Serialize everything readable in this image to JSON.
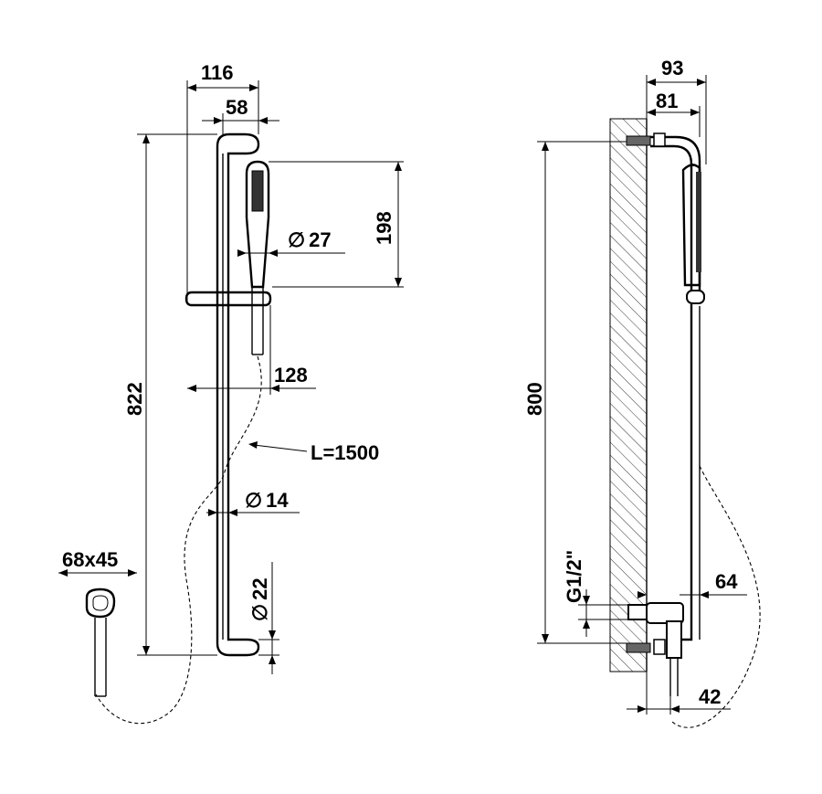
{
  "labels": {
    "w116": "116",
    "w58": "58",
    "h198": "198",
    "d27": "27",
    "w128": "128",
    "hose": "L=1500",
    "d14": "14",
    "h822": "822",
    "elbow": "68x45",
    "d22": "22",
    "w93": "93",
    "w81": "81",
    "h800": "800",
    "thread": "G1/2\"",
    "w64": "64",
    "w42": "42"
  },
  "symbols": {
    "diameter": "∅"
  }
}
